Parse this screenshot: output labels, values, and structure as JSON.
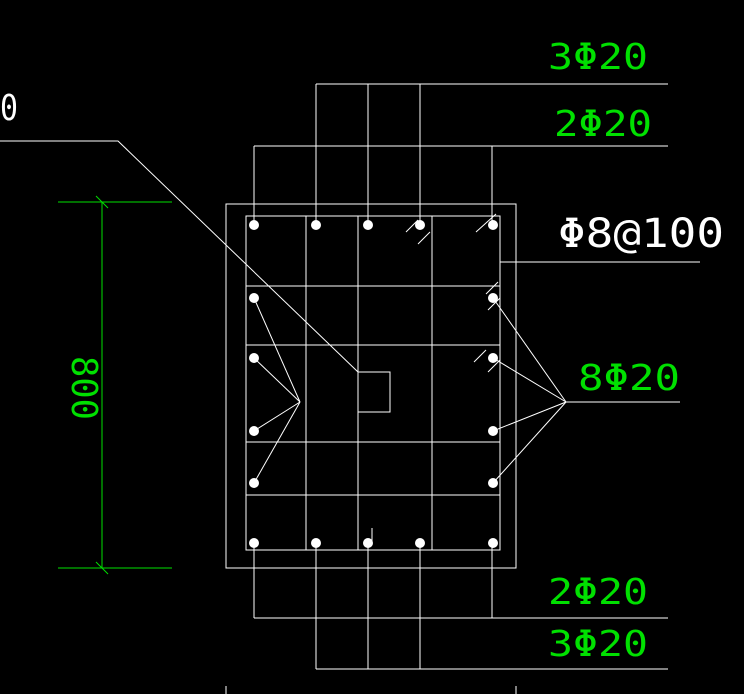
{
  "colors": {
    "background": "#000000",
    "line": "#ffffff",
    "annotation": "#00e000"
  },
  "labels": {
    "top_rebar_outer": "3Φ20",
    "top_rebar_inner": "2Φ20",
    "stirrup": "Φ8@100",
    "side_rebar": "8Φ20",
    "bottom_rebar_inner": "2Φ20",
    "bottom_rebar_outer": "3Φ20",
    "dimension": "800",
    "partial_left": "0"
  }
}
